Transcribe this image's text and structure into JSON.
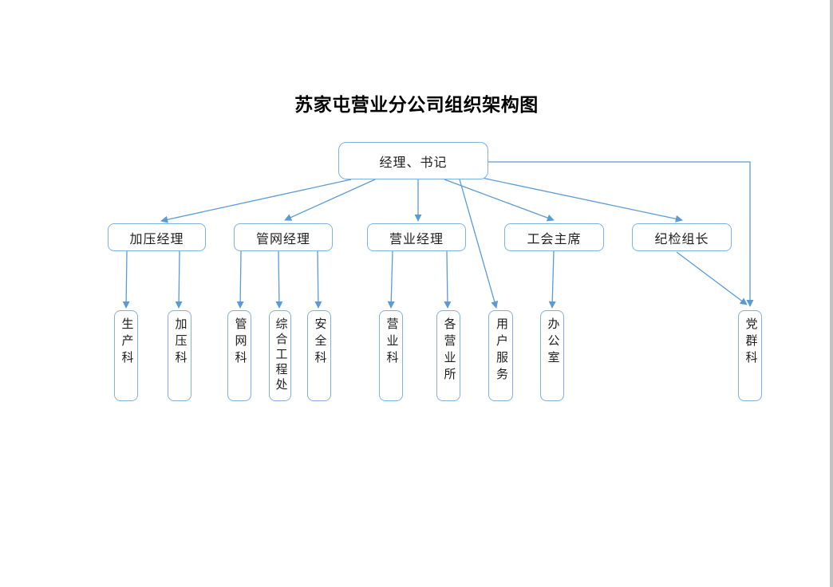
{
  "page": {
    "title": "苏家屯营业分公司组织架构图"
  },
  "org_chart": {
    "type": "org-tree",
    "root": {
      "label": "经理、书记"
    },
    "managers": [
      {
        "label": "加压经理"
      },
      {
        "label": "管网经理"
      },
      {
        "label": "营业经理"
      },
      {
        "label": "工会主席"
      },
      {
        "label": "纪检组长"
      }
    ],
    "departments": [
      {
        "label": "生产科",
        "parent": "加压经理"
      },
      {
        "label": "加压科",
        "parent": "加压经理"
      },
      {
        "label": "管网科",
        "parent": "管网经理"
      },
      {
        "label": "综合工程处",
        "parent": "管网经理"
      },
      {
        "label": "安全科",
        "parent": "管网经理"
      },
      {
        "label": "营业科",
        "parent": "营业经理"
      },
      {
        "label": "各营业所",
        "parent": "营业经理"
      },
      {
        "label": "用户服务",
        "parent": "经理、书记"
      },
      {
        "label": "办公室",
        "parent": "工会主席"
      },
      {
        "label": "党群科",
        "parent": "经理、书记 / 纪检组长"
      }
    ]
  },
  "colors": {
    "connector": "#5B9BD5",
    "node_border": "#7FB1E0",
    "node_fill": "#FFFFFF",
    "text": "#1F1F1F",
    "page_edge": "#C2C2C2"
  }
}
